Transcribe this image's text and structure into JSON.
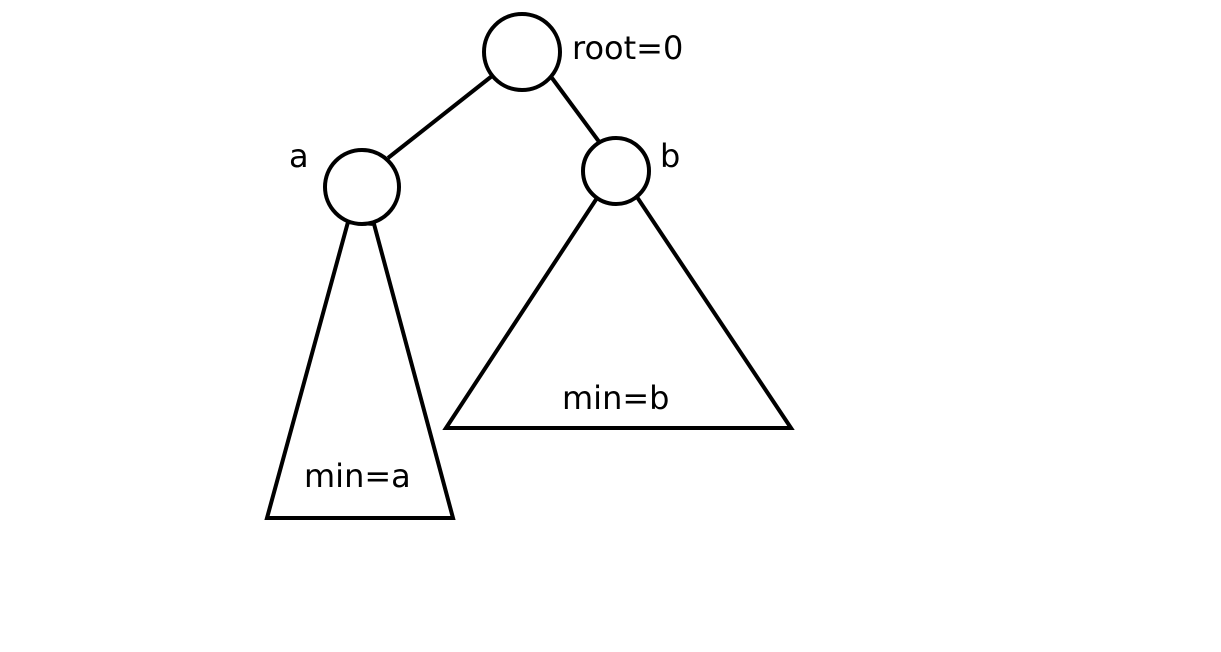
{
  "colors": {
    "stroke": "#000000",
    "background": "#ffffff"
  },
  "nodes": {
    "root": {
      "label": "root=0"
    },
    "a": {
      "label": "a"
    },
    "b": {
      "label": "b"
    }
  },
  "subtrees": {
    "a": {
      "label": "min=a"
    },
    "b": {
      "label": "min=b"
    }
  }
}
